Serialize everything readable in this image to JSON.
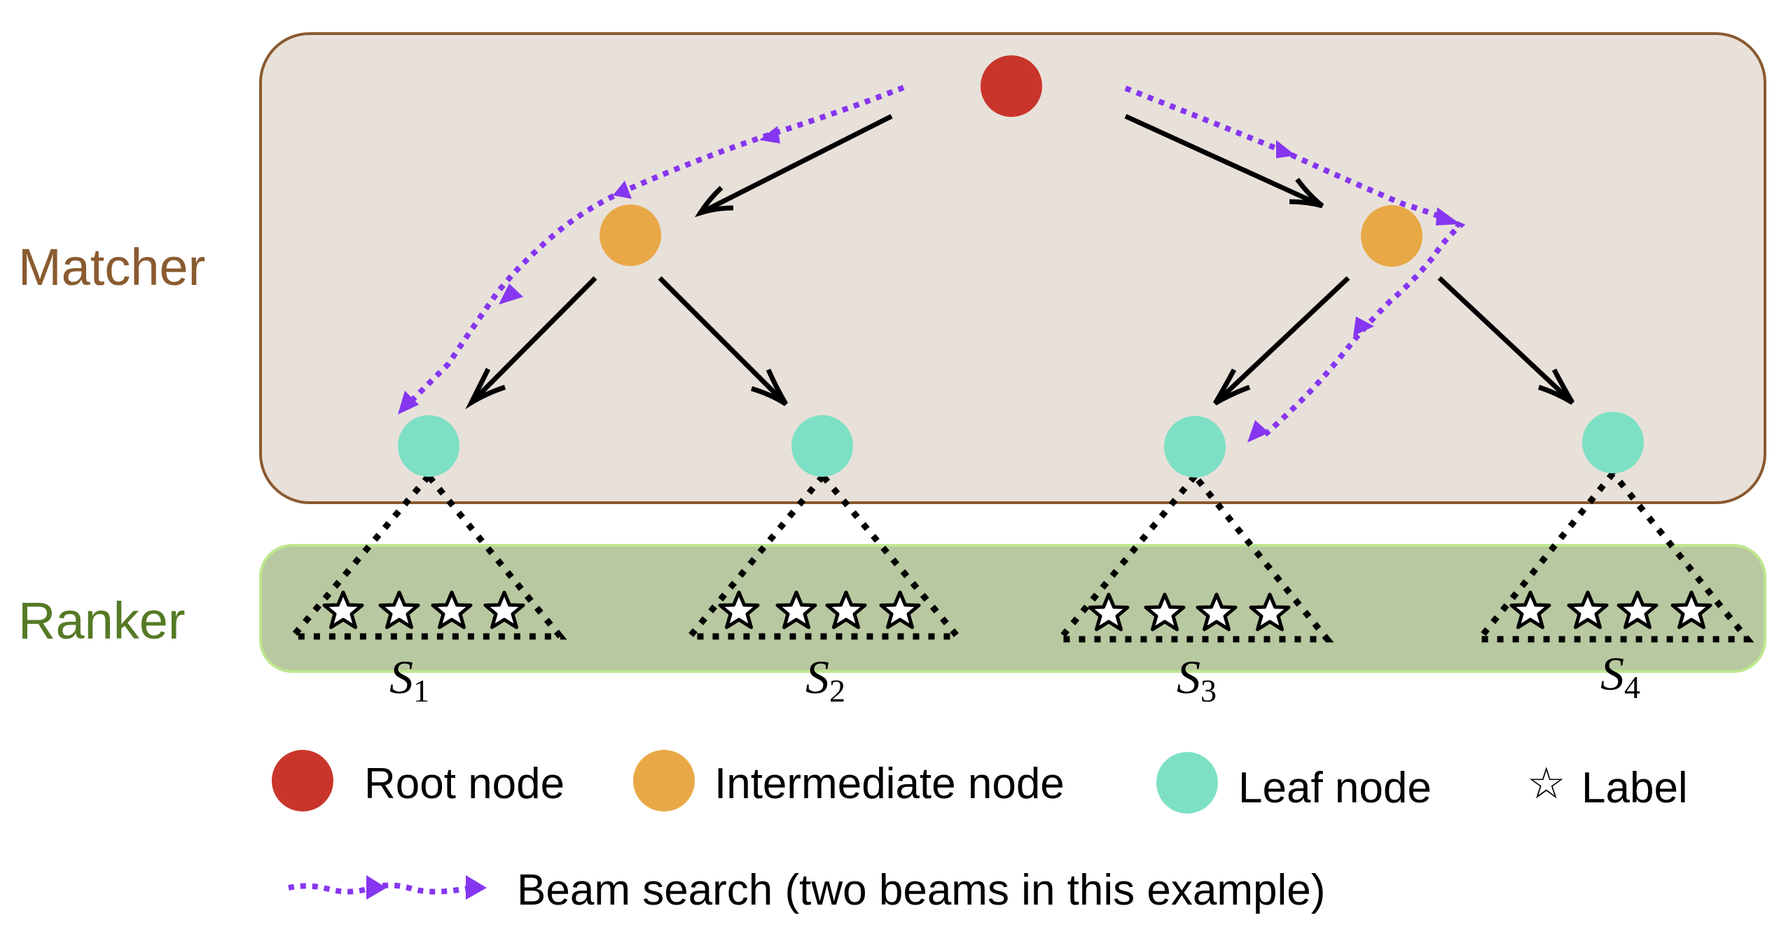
{
  "diagram": {
    "sections": {
      "matcher": {
        "label": "Matcher",
        "color": "#8a5a30",
        "fill": "#e8e1da",
        "border": "#8a5a30"
      },
      "ranker": {
        "label": "Ranker",
        "color": "#557a25",
        "fill": "#b8c8a0",
        "border": "#bde68e"
      }
    },
    "node_colors": {
      "root": "#c9352b",
      "intermediate": "#e9a846",
      "leaf": "#7de0c4",
      "beam": "#8636f0"
    },
    "tree": {
      "root": {
        "id": "root",
        "type": "root"
      },
      "intermediate": [
        {
          "id": "int-left",
          "type": "intermediate",
          "parent": "root"
        },
        {
          "id": "int-right",
          "type": "intermediate",
          "parent": "root"
        }
      ],
      "leaves": [
        {
          "id": "leaf-1",
          "type": "leaf",
          "parent": "int-left",
          "set": "S",
          "set_index": "1",
          "labels": 4
        },
        {
          "id": "leaf-2",
          "type": "leaf",
          "parent": "int-left",
          "set": "S",
          "set_index": "2",
          "labels": 4
        },
        {
          "id": "leaf-3",
          "type": "leaf",
          "parent": "int-right",
          "set": "S",
          "set_index": "3",
          "labels": 4
        },
        {
          "id": "leaf-4",
          "type": "leaf",
          "parent": "int-right",
          "set": "S",
          "set_index": "4",
          "labels": 4
        }
      ],
      "beams": [
        {
          "name": "beam-1",
          "path": [
            "root",
            "int-left",
            "leaf-1"
          ]
        },
        {
          "name": "beam-2",
          "path": [
            "root",
            "int-right",
            "leaf-3"
          ]
        }
      ]
    },
    "legend": {
      "items": [
        {
          "kind": "root",
          "label": "Root node"
        },
        {
          "kind": "intermediate",
          "label": "Intermediate node"
        },
        {
          "kind": "leaf",
          "label": "Leaf node"
        },
        {
          "kind": "star",
          "label": "Label",
          "glyph": "☆"
        }
      ],
      "beam_label": "Beam search (two beams in this example)"
    }
  }
}
